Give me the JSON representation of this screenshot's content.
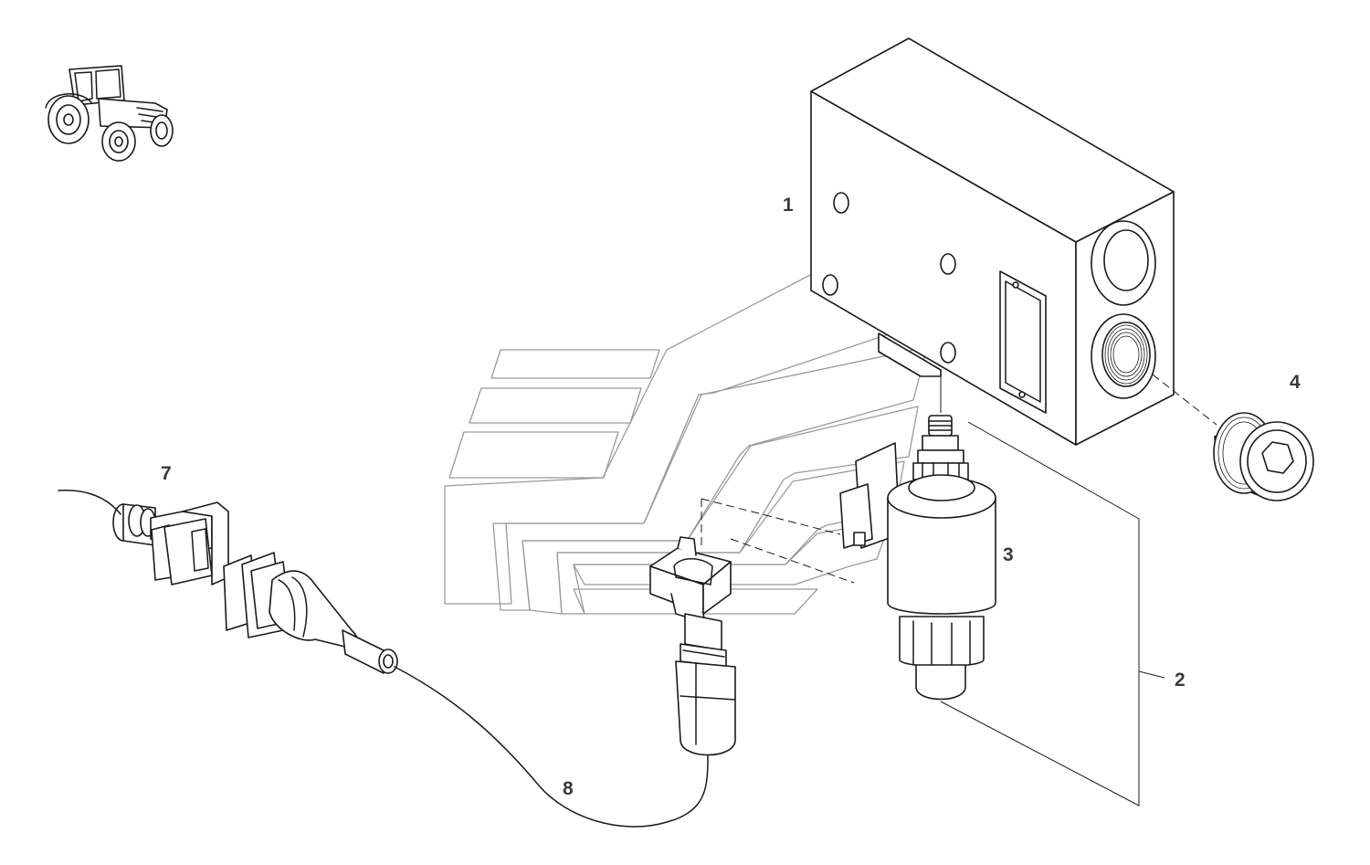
{
  "diagram": {
    "callouts": [
      {
        "id": "part-1",
        "label": "1"
      },
      {
        "id": "part-2",
        "label": "2"
      },
      {
        "id": "part-3",
        "label": "3"
      },
      {
        "id": "part-4",
        "label": "4"
      },
      {
        "id": "part-7",
        "label": "7"
      },
      {
        "id": "part-8",
        "label": "8"
      }
    ],
    "icons": {
      "thumbnail": "tractor-icon",
      "watermark": "brand-watermark"
    }
  }
}
